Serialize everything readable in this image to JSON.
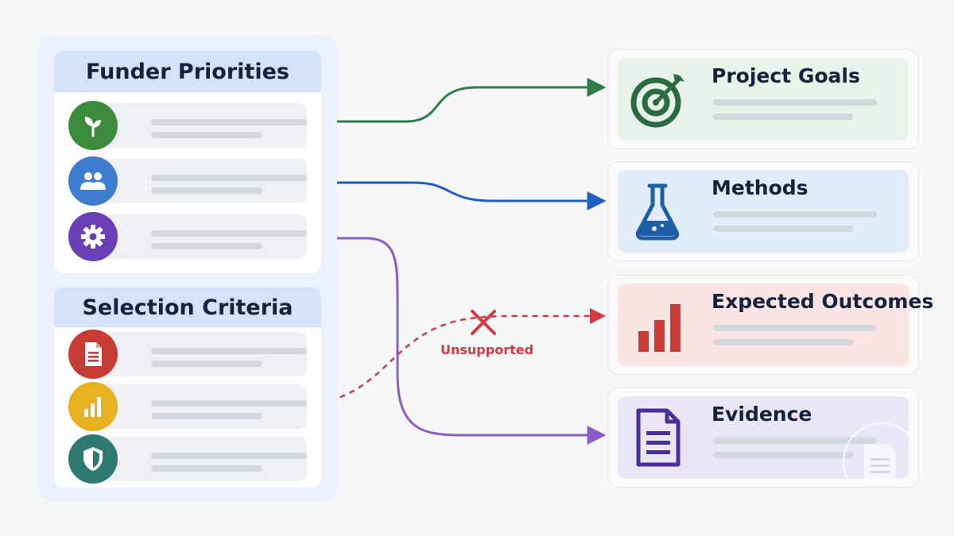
{
  "funder_priorities": {
    "title": "Funder Priorities",
    "items": [
      {
        "icon": "leaf-icon",
        "color": "#3d8b3d"
      },
      {
        "icon": "people-icon",
        "color": "#3f7dd0"
      },
      {
        "icon": "gear-icon",
        "color": "#6a3fb5"
      }
    ]
  },
  "selection_criteria": {
    "title": "Selection Criteria",
    "items": [
      {
        "icon": "document-icon",
        "color": "#c73b35"
      },
      {
        "icon": "bar-chart-icon",
        "color": "#e6b020"
      },
      {
        "icon": "shield-icon",
        "color": "#2f7a70"
      }
    ]
  },
  "targets": [
    {
      "title": "Project Goals",
      "icon": "target-icon",
      "bg": "#e7f2e8"
    },
    {
      "title": "Methods",
      "icon": "flask-icon",
      "bg": "#e3edfa"
    },
    {
      "title": "Expected Outcomes",
      "icon": "bar-chart-icon",
      "bg": "#fbe5e4"
    },
    {
      "title": "Evidence",
      "icon": "document-icon",
      "bg": "#ebe6f6"
    }
  ],
  "connections": [
    {
      "from": "Funder Priorities 1",
      "to": "Project Goals",
      "color": "#2e7d4a",
      "style": "solid"
    },
    {
      "from": "Funder Priorities 2",
      "to": "Methods",
      "color": "#1f5fbf",
      "style": "solid"
    },
    {
      "from": "Funder Priorities 3",
      "to": "Evidence",
      "color": "#8a5cc7",
      "style": "solid"
    },
    {
      "from": "Selection Criteria 2",
      "to": "Expected Outcomes",
      "color": "#d33a3f",
      "style": "dashed"
    }
  ],
  "unsupported_label": "Unsupported"
}
